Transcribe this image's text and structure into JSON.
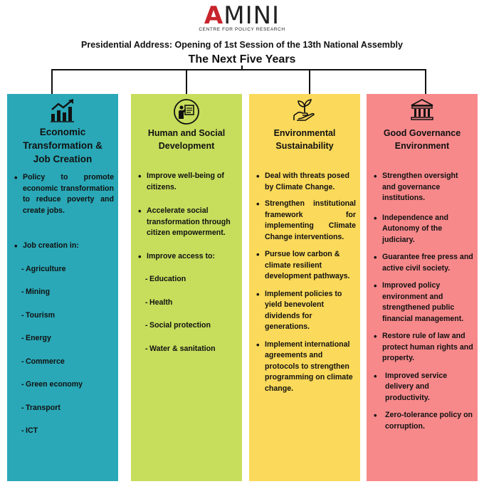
{
  "logo": {
    "word_accent": "A",
    "word_rest": "MINI",
    "sub": "CENTRE FOR POLICY RESEARCH"
  },
  "header": {
    "subtitle": "Presidential Address: Opening of 1st Session of the 13th National Assembly",
    "title": "The Next Five Years"
  },
  "colors": {
    "col1": "#2aa8b7",
    "col2": "#c7dd5c",
    "col3": "#fbd95a",
    "col4": "#f7898b",
    "logo_accent": "#c8242b"
  },
  "columns": [
    {
      "icon": "growth-chart-icon",
      "heading": [
        "Economic",
        "Transformation  &",
        "Job Creation"
      ],
      "items": [
        {
          "kind": "bullet",
          "text": "Policy to promote economic transformation to reduce poverty and create jobs."
        },
        {
          "kind": "bullet",
          "text": "Job creation in:"
        },
        {
          "kind": "sub",
          "text": "Agriculture"
        },
        {
          "kind": "sub",
          "text": "Mining"
        },
        {
          "kind": "sub",
          "text": "Tourism"
        },
        {
          "kind": "sub",
          "text": "Energy"
        },
        {
          "kind": "sub",
          "text": "Commerce"
        },
        {
          "kind": "sub",
          "text": "Green economy"
        },
        {
          "kind": "sub",
          "text": "Transport"
        },
        {
          "kind": "sub",
          "text": "ICT"
        }
      ]
    },
    {
      "icon": "presenter-board-icon",
      "heading": [
        "Human and Social",
        "Development"
      ],
      "items": [
        {
          "kind": "bullet",
          "text": "Improve well-being of citizens."
        },
        {
          "kind": "bullet",
          "text": "Accelerate social transformation through citizen empowerment."
        },
        {
          "kind": "bullet",
          "text": "Improve access to:"
        },
        {
          "kind": "sub",
          "text": "Education"
        },
        {
          "kind": "sub",
          "text": "Health"
        },
        {
          "kind": "sub",
          "text": "Social protection"
        },
        {
          "kind": "sub",
          "text": "Water & sanitation"
        }
      ]
    },
    {
      "icon": "hand-plant-icon",
      "heading": [
        "Environmental",
        "Sustainability"
      ],
      "items": [
        {
          "kind": "bullet",
          "text": "Deal with  threats posed by Climate Change."
        },
        {
          "kind": "bullet",
          "text": "Strengthen institutional framework for implementing Climate Change interventions."
        },
        {
          "kind": "bullet",
          "text": "Pursue low carbon & climate resilient development pathways."
        },
        {
          "kind": "bullet",
          "text": "Implement policies to yield benevolent dividends for generations."
        },
        {
          "kind": "bullet",
          "text": "Implement international agreements and protocols to strengthen programming on climate change."
        }
      ]
    },
    {
      "icon": "government-building-icon",
      "heading": [
        "Good  Governance",
        "Environment"
      ],
      "items": [
        {
          "kind": "bullet",
          "text": "Strengthen oversight and governance institutions."
        },
        {
          "kind": "bullet",
          "text": "Independence and Autonomy of the judiciary."
        },
        {
          "kind": "bullet",
          "text": "Guarantee free press and active civil society."
        },
        {
          "kind": "bullet",
          "text": "Improved policy environment and strengthened public financial management."
        },
        {
          "kind": "bullet",
          "text": "Restore rule of law and protect human rights and property."
        },
        {
          "kind": "bullet",
          "text": "Improved service delivery and productivity."
        },
        {
          "kind": "bullet",
          "text": "Zero-tolerance policy on corruption."
        }
      ]
    }
  ]
}
